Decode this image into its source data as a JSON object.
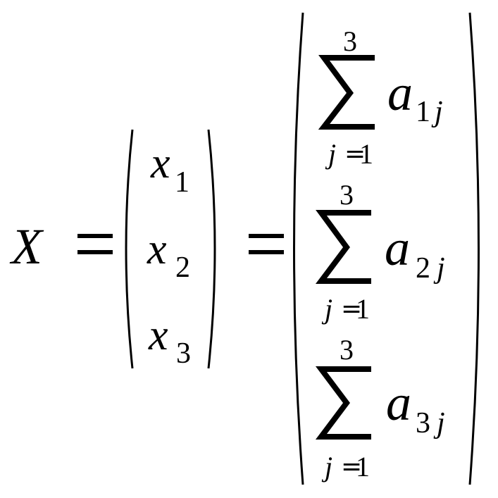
{
  "lhs": {
    "var": "X"
  },
  "eq_sign": "=",
  "vector": {
    "entries": [
      {
        "base": "x",
        "sub": "1"
      },
      {
        "base": "x",
        "sub": "2"
      },
      {
        "base": "x",
        "sub": "3"
      }
    ]
  },
  "sums": [
    {
      "upper": "3",
      "lower_var": "j",
      "lower_eq": "=",
      "lower_val": "1",
      "term": "a",
      "sub_row": "1",
      "sub_col": "j"
    },
    {
      "upper": "3",
      "lower_var": "j",
      "lower_eq": "=",
      "lower_val": "1",
      "term": "a",
      "sub_row": "2",
      "sub_col": "j"
    },
    {
      "upper": "3",
      "lower_var": "j",
      "lower_eq": "=",
      "lower_val": "1",
      "term": "a",
      "sub_row": "3",
      "sub_col": "j"
    }
  ]
}
